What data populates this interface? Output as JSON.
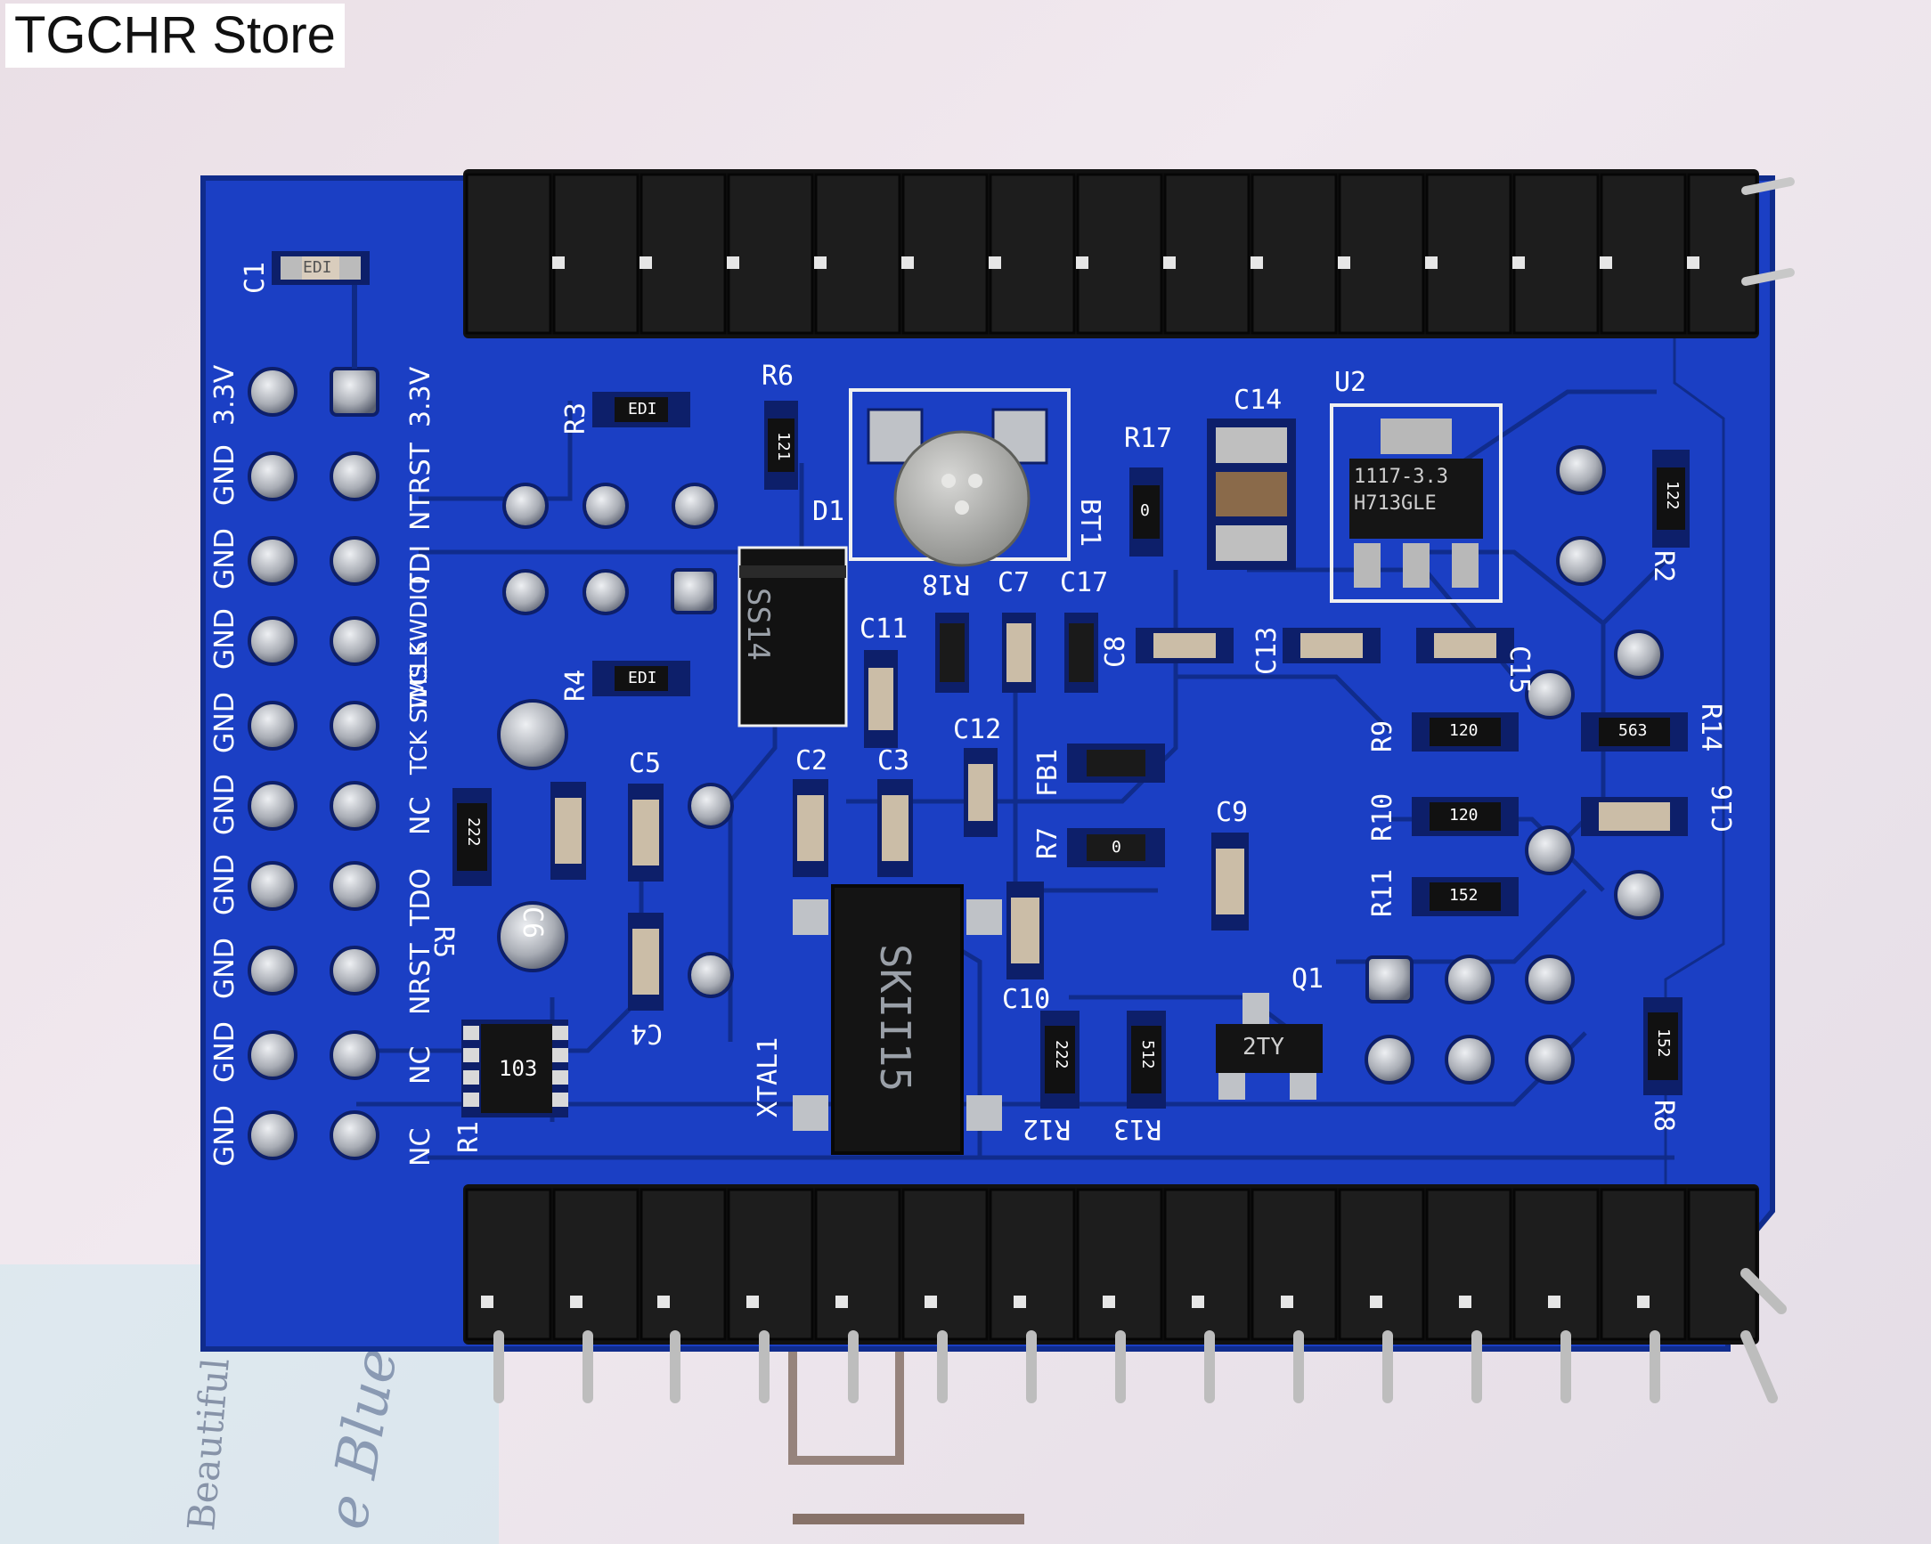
{
  "store_label": "TGCHR Store",
  "colors": {
    "pcb": "#1b3fc4",
    "pcb_dark": "#122c94",
    "trace": "#0f2a86",
    "silk": "#ffffff",
    "header_black": "#151515",
    "pad": "#c9ccd2"
  },
  "jtag": {
    "left_labels": [
      "3.3V",
      "GND",
      "GND",
      "GND",
      "GND",
      "GND",
      "GND",
      "GND",
      "GND",
      "GND"
    ],
    "right_labels": [
      "3.3V",
      "NTRST",
      "TDI",
      "TMS SWDIO",
      "TCK SWCLK",
      "NC",
      "TDO",
      "NRST",
      "NC",
      "NC"
    ]
  },
  "silkscreen": {
    "c1": "C1",
    "r3": "R3",
    "r6": "R6",
    "r4": "R4",
    "r5": "R5",
    "c5": "C5",
    "c6": "C6",
    "c4": "C4",
    "c2": "C2",
    "c3": "C3",
    "c11": "C11",
    "c12": "C12",
    "c7": "C7",
    "c17": "C17",
    "c8": "C8",
    "c13": "C13",
    "c15": "C15",
    "c14": "C14",
    "u2": "U2",
    "r17": "R17",
    "r18": "R18",
    "bt1": "BT1",
    "d1": "D1",
    "fb1": "FB1",
    "r7": "R7",
    "c9": "C9",
    "c10": "C10",
    "r9": "R9",
    "r10": "R10",
    "r11": "R11",
    "r14": "R14",
    "c16": "C16",
    "r2": "R2",
    "q1": "Q1",
    "r8": "R8",
    "r12": "R12",
    "r13": "R13",
    "r1": "R1",
    "xtal1": "XTAL1"
  },
  "part_markings": {
    "d1": "SS14",
    "xtal": "SKII15",
    "regulator_line1": "1117-3.3",
    "regulator_line2": "H713GLE",
    "q1": "2TY",
    "rn1": "103",
    "r9": "120",
    "r10": "120",
    "r11": "152",
    "r14": "563",
    "r2": "122",
    "r8": "152",
    "r12": "222",
    "r13": "512",
    "r5": "222",
    "r6": "121",
    "r17": "0",
    "r7": "0",
    "r3": "EDI",
    "r4": "EDI",
    "c1": "EDI"
  }
}
